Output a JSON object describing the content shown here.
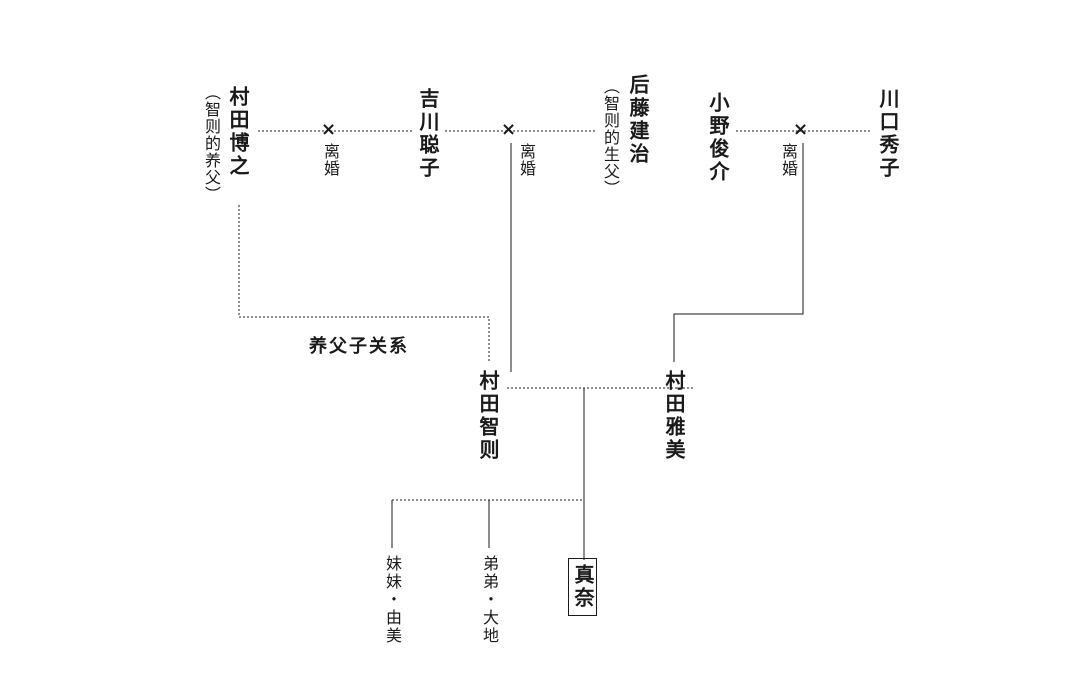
{
  "people": {
    "hiroyuki": {
      "name": "村田博之",
      "note": "（智则的养父）"
    },
    "satoko": {
      "name": "吉川聪子"
    },
    "goto": {
      "name": "后藤建治",
      "note": "（智则的生父）"
    },
    "ono": {
      "name": "小野俊介"
    },
    "kawaguchi": {
      "name": "川口秀子"
    },
    "tomonori": {
      "name": "村田智则"
    },
    "masami": {
      "name": "村田雅美"
    },
    "mana": {
      "name": "真奈"
    },
    "sister": {
      "name": "妹妹・由美"
    },
    "brother": {
      "name": "弟弟・大地"
    }
  },
  "relations": {
    "divorce_mark": "×",
    "divorce_label": "离婚",
    "adoption_label": "养父子关系"
  },
  "colors": {
    "line": "#1a1a1a"
  }
}
